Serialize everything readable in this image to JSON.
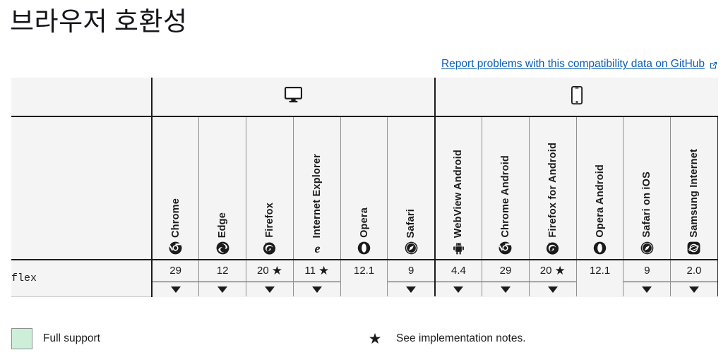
{
  "page": {
    "title": "브라우저 호환성"
  },
  "report": {
    "link_text": "Report problems with this compatibility data on GitHub",
    "icon": "external-link-icon",
    "link_color": "#0b5eb5"
  },
  "table": {
    "device_groups": [
      {
        "name": "desktop",
        "icon": "desktop-monitor-icon",
        "span": 6
      },
      {
        "name": "mobile",
        "icon": "mobile-phone-icon",
        "span": 6
      }
    ],
    "browsers": [
      {
        "name": "Chrome",
        "icon": "chrome-icon",
        "group": "desktop"
      },
      {
        "name": "Edge",
        "icon": "edge-icon",
        "group": "desktop"
      },
      {
        "name": "Firefox",
        "icon": "firefox-icon",
        "group": "desktop"
      },
      {
        "name": "Internet Explorer",
        "icon": "internet-explorer-icon",
        "group": "desktop"
      },
      {
        "name": "Opera",
        "icon": "opera-icon",
        "group": "desktop"
      },
      {
        "name": "Safari",
        "icon": "safari-icon",
        "group": "desktop"
      },
      {
        "name": "WebView Android",
        "icon": "android-icon",
        "group": "mobile"
      },
      {
        "name": "Chrome Android",
        "icon": "chrome-icon",
        "group": "mobile"
      },
      {
        "name": "Firefox for Android",
        "icon": "firefox-icon",
        "group": "mobile"
      },
      {
        "name": "Opera Android",
        "icon": "opera-icon",
        "group": "mobile"
      },
      {
        "name": "Safari on iOS",
        "icon": "safari-icon",
        "group": "mobile"
      },
      {
        "name": "Samsung Internet",
        "icon": "samsung-internet-icon",
        "group": "mobile"
      }
    ],
    "rows": [
      {
        "feature": "flex",
        "cells": [
          {
            "version": "29",
            "support": "full",
            "note": false,
            "expandable": true
          },
          {
            "version": "12",
            "support": "full",
            "note": false,
            "expandable": true
          },
          {
            "version": "20",
            "support": "full",
            "note": true,
            "expandable": true
          },
          {
            "version": "11",
            "support": "full",
            "note": true,
            "expandable": true
          },
          {
            "version": "12.1",
            "support": "full",
            "note": false,
            "expandable": false
          },
          {
            "version": "9",
            "support": "full",
            "note": false,
            "expandable": true
          },
          {
            "version": "4.4",
            "support": "full",
            "note": false,
            "expandable": true
          },
          {
            "version": "29",
            "support": "full",
            "note": false,
            "expandable": true
          },
          {
            "version": "20",
            "support": "full",
            "note": true,
            "expandable": true
          },
          {
            "version": "12.1",
            "support": "full",
            "note": false,
            "expandable": false
          },
          {
            "version": "9",
            "support": "full",
            "note": false,
            "expandable": true
          },
          {
            "version": "2.0",
            "support": "full",
            "note": false,
            "expandable": true
          }
        ]
      }
    ]
  },
  "legend": {
    "full_support_label": "Full support",
    "full_support_color": "#cdefd9",
    "note_star": "★",
    "note_label": "See implementation notes."
  }
}
